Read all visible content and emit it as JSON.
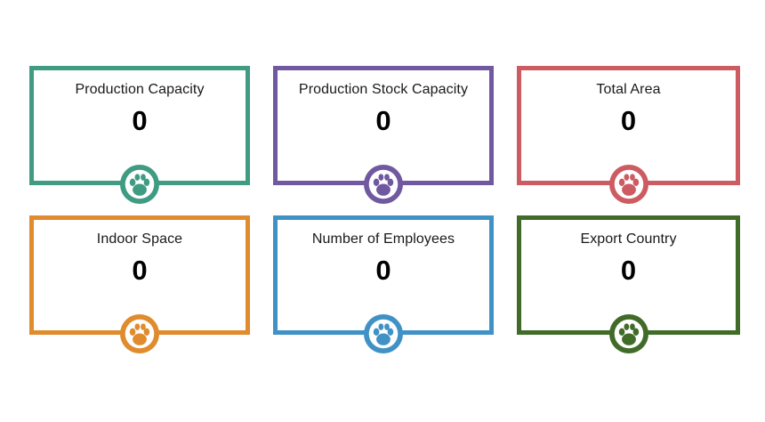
{
  "dashboard": {
    "background_color": "#ffffff",
    "icon_name": "paw-print-icon",
    "cards": [
      {
        "title": "Production Capacity",
        "value": "0",
        "color": "#3f9c82",
        "icon": "paw-print-icon"
      },
      {
        "title": "Production Stock Capacity",
        "value": "0",
        "color": "#7059a0",
        "icon": "paw-print-icon"
      },
      {
        "title": "Total Area",
        "value": "0",
        "color": "#cd5b62",
        "icon": "paw-print-icon"
      },
      {
        "title": "Indoor Space",
        "value": "0",
        "color": "#e08c2e",
        "icon": "paw-print-icon"
      },
      {
        "title": "Number of Employees",
        "value": "0",
        "color": "#4092c6",
        "icon": "paw-print-icon"
      },
      {
        "title": "Export Country",
        "value": "0",
        "color": "#406b28",
        "icon": "paw-print-icon"
      }
    ]
  }
}
